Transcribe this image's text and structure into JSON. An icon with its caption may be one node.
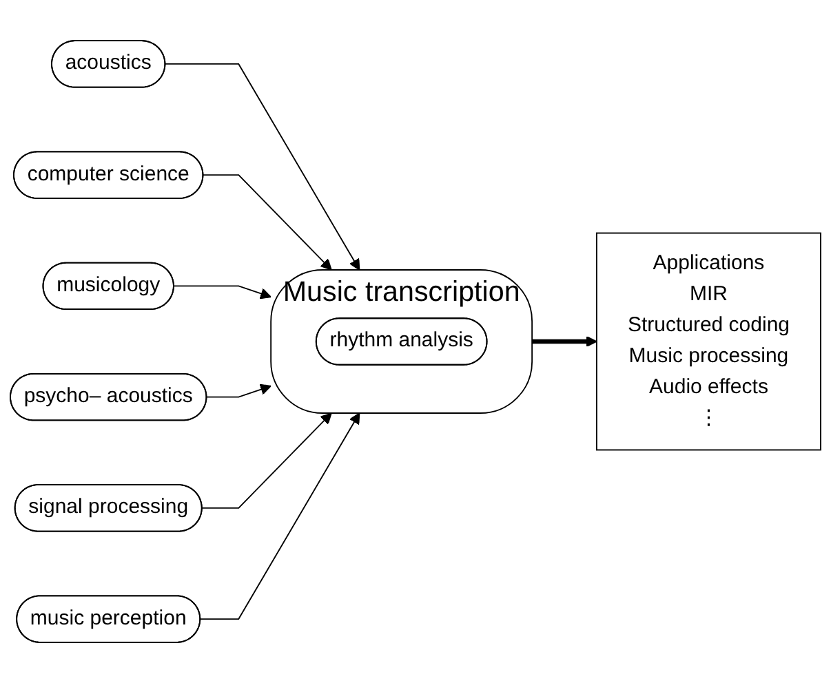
{
  "diagram": {
    "nodes": [
      {
        "text": [
          "Music transcription"
        ]
      },
      {
        "text": [
          "rhythm analysis"
        ],
        "in": 0
      },
      {
        "text": [
          "acoustics"
        ]
      },
      {
        "text": [
          "computer science"
        ]
      },
      {
        "text": [
          "musicology"
        ]
      },
      {
        "text": [
          "psycho– acoustics"
        ]
      },
      {
        "text": [
          "signal processing"
        ]
      },
      {
        "text": [
          "music perception"
        ]
      },
      {
        "text": [
          "Applications",
          "MIR",
          "Structured coding",
          "Music processing",
          "Audio effects",
          "⋮"
        ]
      }
    ],
    "edges": [
      {
        "from": 2,
        "to": 0,
        "arrow": "to"
      },
      {
        "from": 3,
        "to": 0,
        "arrow": "to"
      },
      {
        "from": 4,
        "to": 0,
        "arrow": "to"
      },
      {
        "from": 5,
        "to": 0,
        "arrow": "to"
      },
      {
        "from": 6,
        "to": 0,
        "arrow": "to"
      },
      {
        "from": 7,
        "to": 0,
        "arrow": "to"
      },
      {
        "from": 0,
        "to": 8,
        "arrow": "to",
        "style": "thick"
      }
    ]
  }
}
